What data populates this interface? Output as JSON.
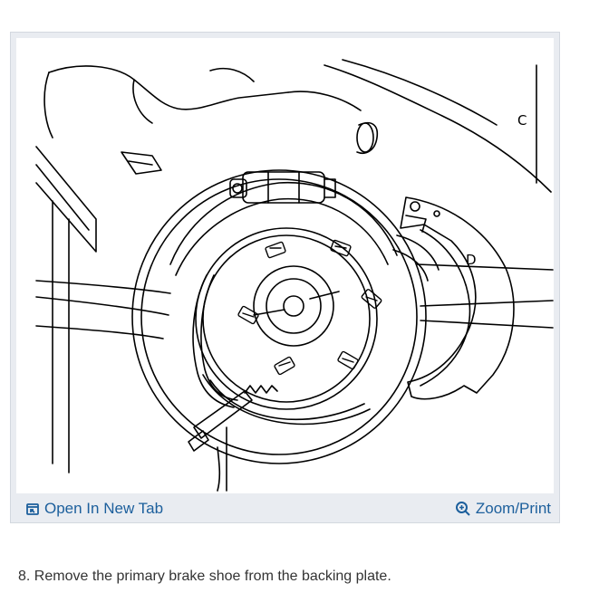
{
  "figure": {
    "callouts": {
      "c": "C",
      "d": "D"
    },
    "toolbar": {
      "open_label": "Open In New Tab",
      "open_icon": "open-new-tab-icon",
      "zoom_label": "Zoom/Print",
      "zoom_icon": "zoom-in-icon",
      "link_color": "#1c5f9c"
    }
  },
  "caption": "8. Remove the primary brake shoe from the backing plate."
}
